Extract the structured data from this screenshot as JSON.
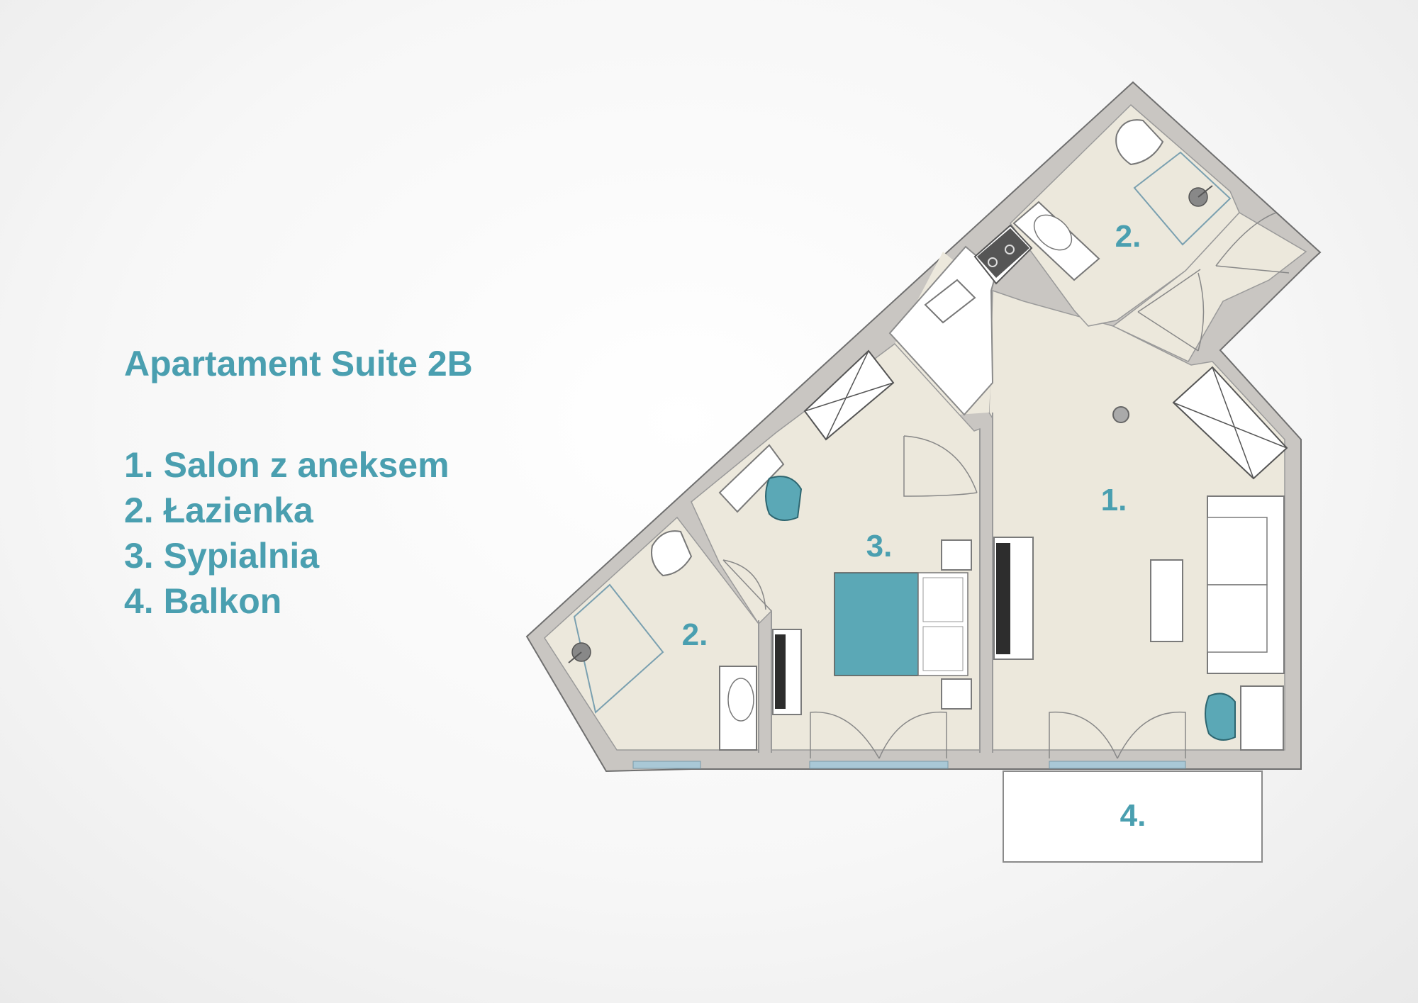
{
  "title": "Apartament Suite 2B",
  "legend": [
    "1. Salon z aneksem",
    "2. Łazienka",
    "3. Sypialnia",
    "4. Balkon"
  ],
  "rooms": {
    "salon": "1.",
    "bath_top": "2.",
    "bath_left": "2.",
    "bedroom": "3.",
    "balcony": "4."
  },
  "colors": {
    "wall": "#c9c6c2",
    "floor": "#ece8dc",
    "accent": "#5ba8b6",
    "text": "#4a9fb0",
    "window": "#a9c8d6"
  }
}
